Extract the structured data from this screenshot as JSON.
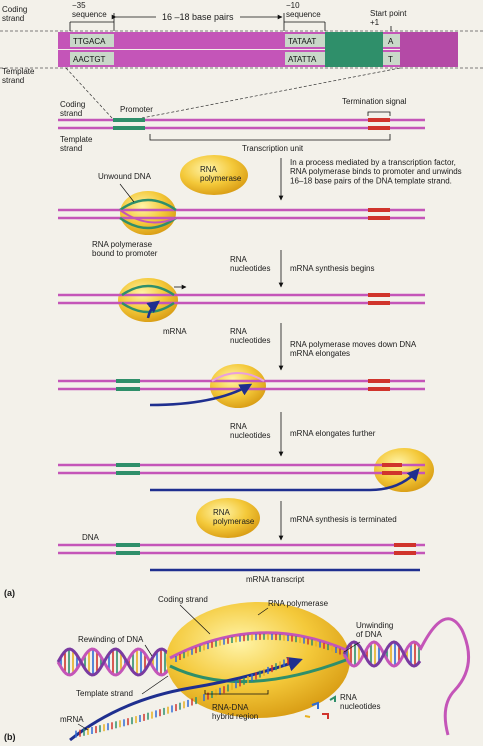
{
  "colors": {
    "strand_magenta": "#c455b8",
    "strand_pink": "#e9a0dc",
    "promoter_green": "#2f8f6a",
    "termination_red": "#d0342c",
    "seq_box": "#c9d8c9",
    "polymerase_yellow": "#f2c12e",
    "mrna_blue": "#1f2f8f"
  },
  "top": {
    "coding_strand": "Coding\nstrand",
    "template_strand": "Template\nstrand",
    "minus35": "−35\nsequence",
    "span": "16 –18 base pairs",
    "minus10": "−10\nsequence",
    "start": "Start point\n+1",
    "seq_coding_35": "TTGACA",
    "seq_template_35": "AACTGT",
    "seq_coding_10": "TATAAT",
    "seq_template_10": "ATATTA",
    "start_coding": "A",
    "start_template": "T"
  },
  "overview": {
    "coding_strand": "Coding\nstrand",
    "template_strand": "Template\nstrand",
    "promoter": "Promoter",
    "termination": "Termination signal",
    "unit": "Transcription unit"
  },
  "steps": {
    "s1_polymerase": "RNA\npolymerase",
    "s1_text": "In a process mediated by a transcription factor,\nRNA polymerase binds to promoter and unwinds\n16–18 base pairs of the DNA template strand.",
    "unwound": "Unwound DNA",
    "bound": "RNA polymerase\nbound to promoter",
    "s2_nucleotides": "RNA\nnucleotides",
    "s2_text": "mRNA synthesis begins",
    "mrna": "mRNA",
    "s3_nucleotides": "RNA\nnucleotides",
    "s3_text": "RNA polymerase moves down DNA\nmRNA elongates",
    "s4_nucleotides": "RNA\nnucleotides",
    "s4_text": "mRNA elongates further",
    "s5_polymerase": "RNA\npolymerase",
    "s5_text": "mRNA synthesis is terminated",
    "dna": "DNA",
    "transcript": "mRNA  transcript",
    "panel_a": "(a)"
  },
  "panel_b": {
    "label": "(b)",
    "coding_strand": "Coding strand",
    "rna_polymerase": "RNA polymerase",
    "rewinding": "Rewinding of DNA",
    "unwinding": "Unwinding\nof DNA",
    "template_strand": "Template strand",
    "rna_nucleotides": "RNA\nnucleotides",
    "mrna": "mRNA",
    "hybrid": "RNA-DNA\nhybrid region"
  }
}
